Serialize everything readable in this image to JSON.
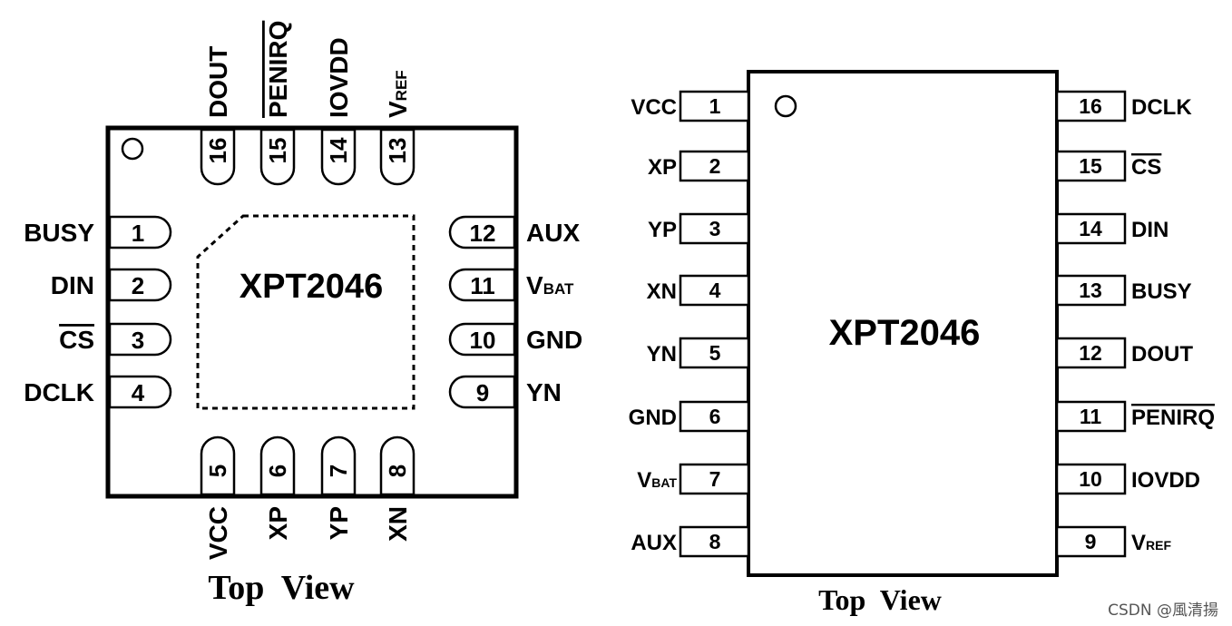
{
  "qfn": {
    "chip_name": "XPT2046",
    "view_label": "Top  View",
    "left_pins": [
      {
        "num": "1",
        "name": "BUSY"
      },
      {
        "num": "2",
        "name": "DIN"
      },
      {
        "num": "3",
        "name": "CS",
        "overline": true
      },
      {
        "num": "4",
        "name": "DCLK"
      }
    ],
    "right_pins": [
      {
        "num": "12",
        "name": "AUX"
      },
      {
        "num": "11",
        "name": "V",
        "sub": "BAT"
      },
      {
        "num": "10",
        "name": "GND"
      },
      {
        "num": "9",
        "name": "YN"
      }
    ],
    "top_pins": [
      {
        "num": "16",
        "name": "DOUT"
      },
      {
        "num": "15",
        "name": "PENIRQ",
        "overline": true
      },
      {
        "num": "14",
        "name": "IOVDD"
      },
      {
        "num": "13",
        "name": "V",
        "sub": "REF"
      }
    ],
    "bottom_pins": [
      {
        "num": "5",
        "name": "VCC"
      },
      {
        "num": "6",
        "name": "XP"
      },
      {
        "num": "7",
        "name": "YP"
      },
      {
        "num": "8",
        "name": "XN"
      }
    ]
  },
  "dip": {
    "chip_name": "XPT2046",
    "view_label": "Top  View",
    "left_pins": [
      {
        "num": "1",
        "name": "VCC"
      },
      {
        "num": "2",
        "name": "XP"
      },
      {
        "num": "3",
        "name": "YP"
      },
      {
        "num": "4",
        "name": "XN"
      },
      {
        "num": "5",
        "name": "YN"
      },
      {
        "num": "6",
        "name": "GND"
      },
      {
        "num": "7",
        "name": "V",
        "sub": "BAT"
      },
      {
        "num": "8",
        "name": "AUX"
      }
    ],
    "right_pins": [
      {
        "num": "16",
        "name": "DCLK"
      },
      {
        "num": "15",
        "name": "CS",
        "overline": true
      },
      {
        "num": "14",
        "name": "DIN"
      },
      {
        "num": "13",
        "name": "BUSY"
      },
      {
        "num": "12",
        "name": "DOUT"
      },
      {
        "num": "11",
        "name": "PENIRQ",
        "overline": true
      },
      {
        "num": "10",
        "name": "IOVDD"
      },
      {
        "num": "9",
        "name": "V",
        "sub": "REF"
      }
    ]
  },
  "watermark": "CSDN @風清揚"
}
